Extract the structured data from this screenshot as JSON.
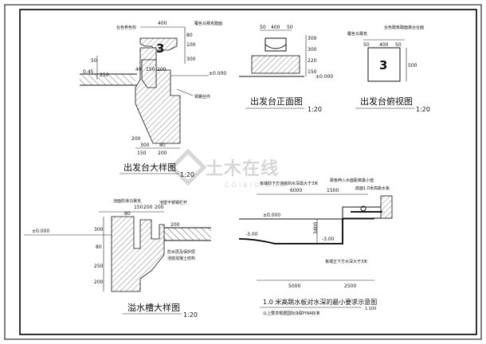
{
  "titles": {
    "block_detail": "出发台大样图",
    "block_detail_scale": "1:20",
    "block_front": "出发台正面图",
    "block_front_scale": "1:20",
    "block_top": "出发台俯视图",
    "block_top_scale": "1:20",
    "gutter_detail": "溢水槽大样图",
    "gutter_detail_scale": "1:20",
    "diving_chart": "1.0 米高跳水板对水深的最小要求示意图",
    "diving_chart_scale": "1:100",
    "diving_note": "以上要求根据国际泳联FINA标准"
  },
  "block_detail": {
    "number": "3",
    "notes": [
      "台色参色标",
      "覆色马赛克踏面",
      "铜螺丝件"
    ],
    "dims": [
      "400",
      "80",
      "100",
      "300",
      "50",
      "150",
      "200",
      "0.45",
      "250",
      "40",
      "±0.000",
      "200",
      "300",
      "80",
      "150",
      "200"
    ]
  },
  "block_front": {
    "dims": [
      "50",
      "400",
      "50",
      "300",
      "300",
      "220",
      "150",
      "±0.000"
    ]
  },
  "block_top": {
    "number": "3",
    "notes": [
      "覆色马赛克",
      "台色踏板踏面装台台面"
    ],
    "dims": [
      "50",
      "400",
      "50",
      "500"
    ]
  },
  "gutter_detail": {
    "notes": [
      "池面防滑马赛克",
      "池壁不锈钢栏杆",
      "防水层及保护层",
      "池底混凝土结构"
    ],
    "dims": [
      "150",
      "200",
      "200",
      "±0.000",
      "300",
      "80",
      "250",
      "200",
      "80",
      "200"
    ]
  },
  "diving_chart": {
    "notes": [
      "跳板伸入水面距离最小值",
      "板端前下方池底的水深需大于3米",
      "底面1.0米高跳水板",
      "板端正下方水深大于3米"
    ],
    "dims": [
      "1500",
      "6000",
      "±0.000",
      "3400",
      "-3.00",
      "-3.00",
      "5000",
      "2500"
    ]
  },
  "watermark": {
    "text": "土木在线",
    "sub": "COIBIO.COM"
  }
}
